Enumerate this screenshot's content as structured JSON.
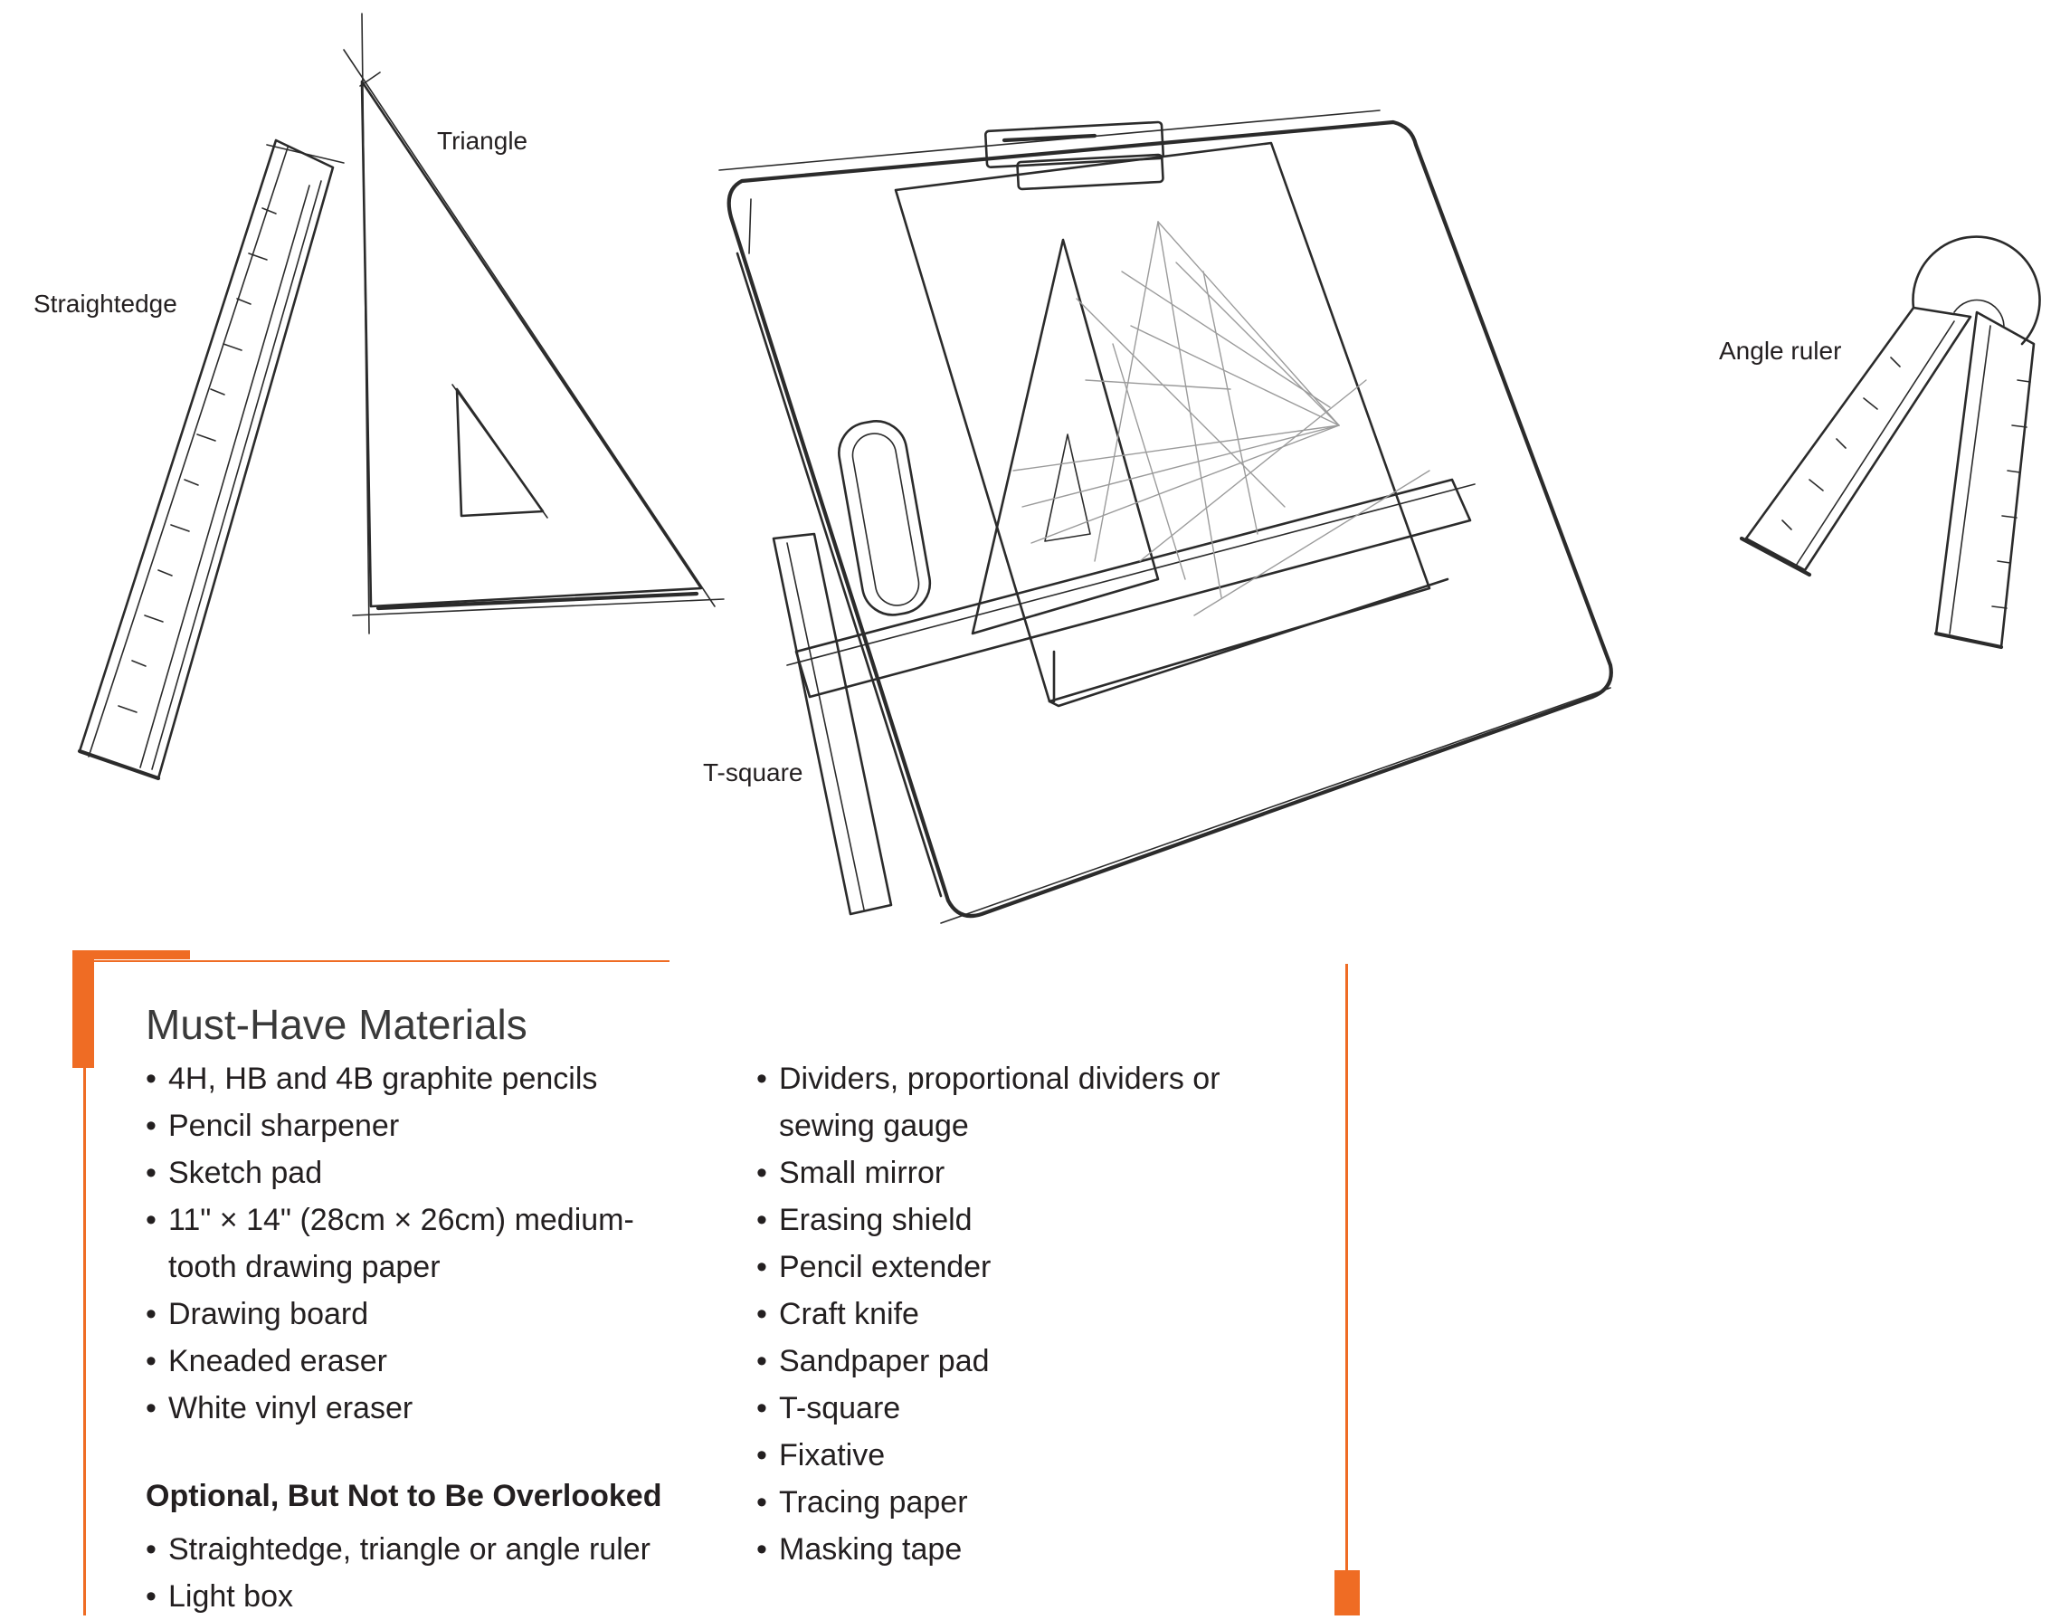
{
  "illustration": {
    "labels": {
      "straightedge": "Straightedge",
      "triangle": "Triangle",
      "tsquare": "T-square",
      "angle_ruler": "Angle ruler"
    }
  },
  "accent_color": "#ef6c24",
  "materials": {
    "heading": "Must-Have Materials",
    "left_column": [
      "4H, HB and 4B graphite pencils",
      "Pencil sharpener",
      "Sketch pad",
      "11\" × 14\" (28cm × 26cm) medium-",
      "tooth drawing paper",
      "Drawing board",
      "Kneaded eraser",
      "White vinyl eraser"
    ],
    "right_column": [
      "Dividers, proportional dividers or",
      "sewing gauge",
      "Small mirror",
      "Erasing shield",
      "Pencil extender",
      "Craft knife",
      "Sandpaper pad",
      "T-square",
      "Fixative",
      "Tracing paper",
      "Masking tape"
    ],
    "optional": {
      "heading": "Optional, But Not to Be Overlooked",
      "items": [
        "Straightedge, triangle or angle ruler",
        "Light box"
      ]
    }
  }
}
